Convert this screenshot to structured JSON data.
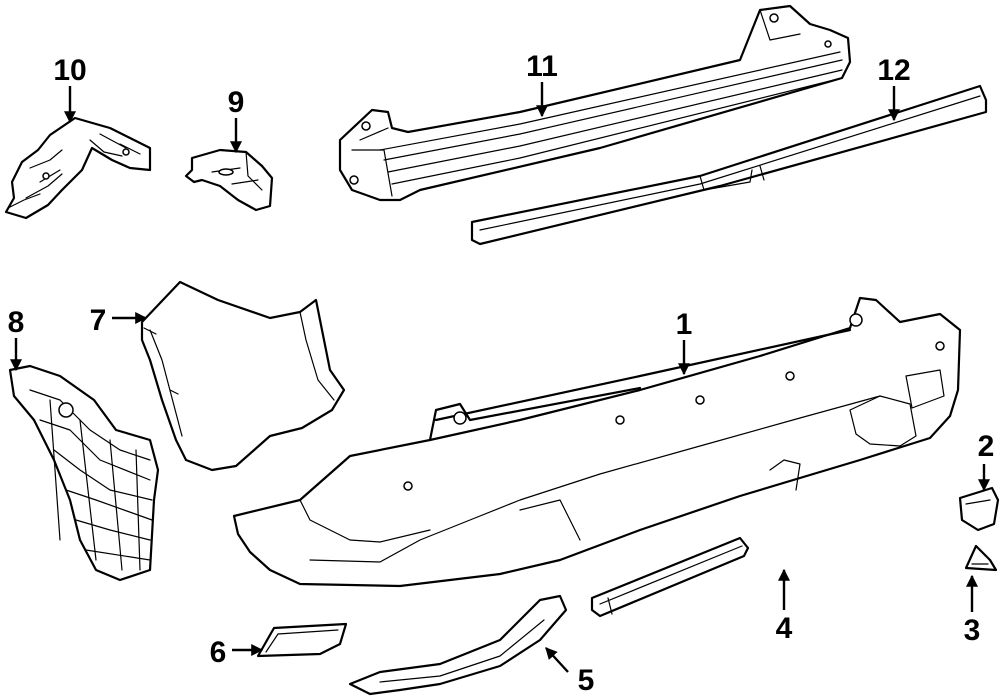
{
  "diagram": {
    "callouts": [
      {
        "id": "1",
        "label": "1"
      },
      {
        "id": "2",
        "label": "2"
      },
      {
        "id": "3",
        "label": "3"
      },
      {
        "id": "4",
        "label": "4"
      },
      {
        "id": "5",
        "label": "5"
      },
      {
        "id": "6",
        "label": "6"
      },
      {
        "id": "7",
        "label": "7"
      },
      {
        "id": "8",
        "label": "8"
      },
      {
        "id": "9",
        "label": "9"
      },
      {
        "id": "10",
        "label": "10"
      },
      {
        "id": "11",
        "label": "11"
      },
      {
        "id": "12",
        "label": "12"
      }
    ],
    "colors": {
      "line": "#000000",
      "background": "#ffffff"
    }
  }
}
